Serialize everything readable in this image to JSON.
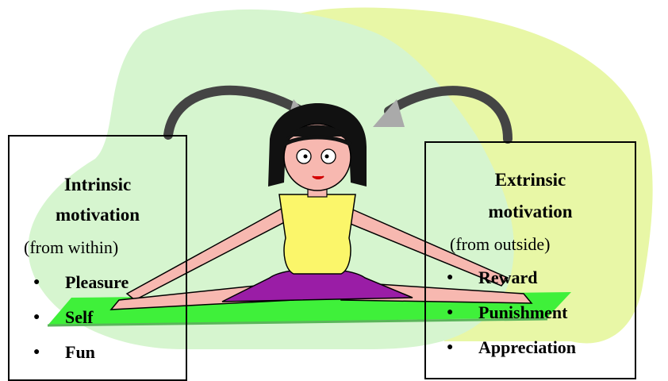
{
  "intrinsic": {
    "title_line1": "Intrinsic",
    "title_line2": "motivation",
    "subtitle": "(from within)",
    "items": [
      "Pleasure",
      "Self",
      "Fun"
    ]
  },
  "extrinsic": {
    "title_line1": "Extrinsic",
    "title_line2": "motivation",
    "subtitle": "(from outside)",
    "items": [
      "Reward",
      "Punishment",
      "Appreciation"
    ]
  },
  "colors": {
    "background_blob_light": "#d6f5cf",
    "background_blob_lime": "#e8f7a6",
    "mat": "#3ff03a",
    "skin": "#f7b8b0",
    "top": "#fbf66a",
    "pants": "#9a1da6",
    "hair": "#111111",
    "arrow": "#555555"
  }
}
